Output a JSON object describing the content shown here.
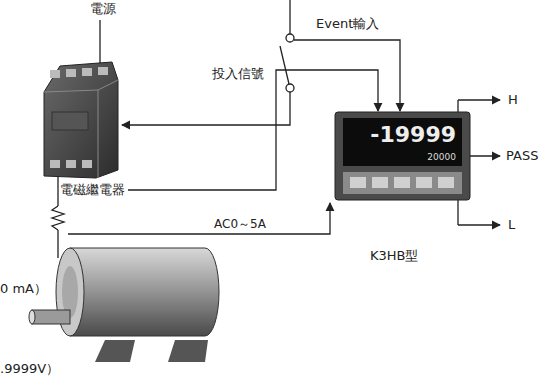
{
  "diagram": {
    "nodes": [
      {
        "text": [
          "電磁繼電器"
        ]
      },
      {
        "text": [
          "-19999",
          "20000"
        ]
      }
    ],
    "edges": [
      {
        "from": 0,
        "to": 1,
        "arrow": "to"
      }
    ],
    "labels": [
      "電源",
      "投入信號",
      "Event輸入",
      "AC0～5A",
      "K3HB型",
      "H",
      "PASS",
      "L",
      "0 mA）",
      ".9999V）"
    ]
  }
}
